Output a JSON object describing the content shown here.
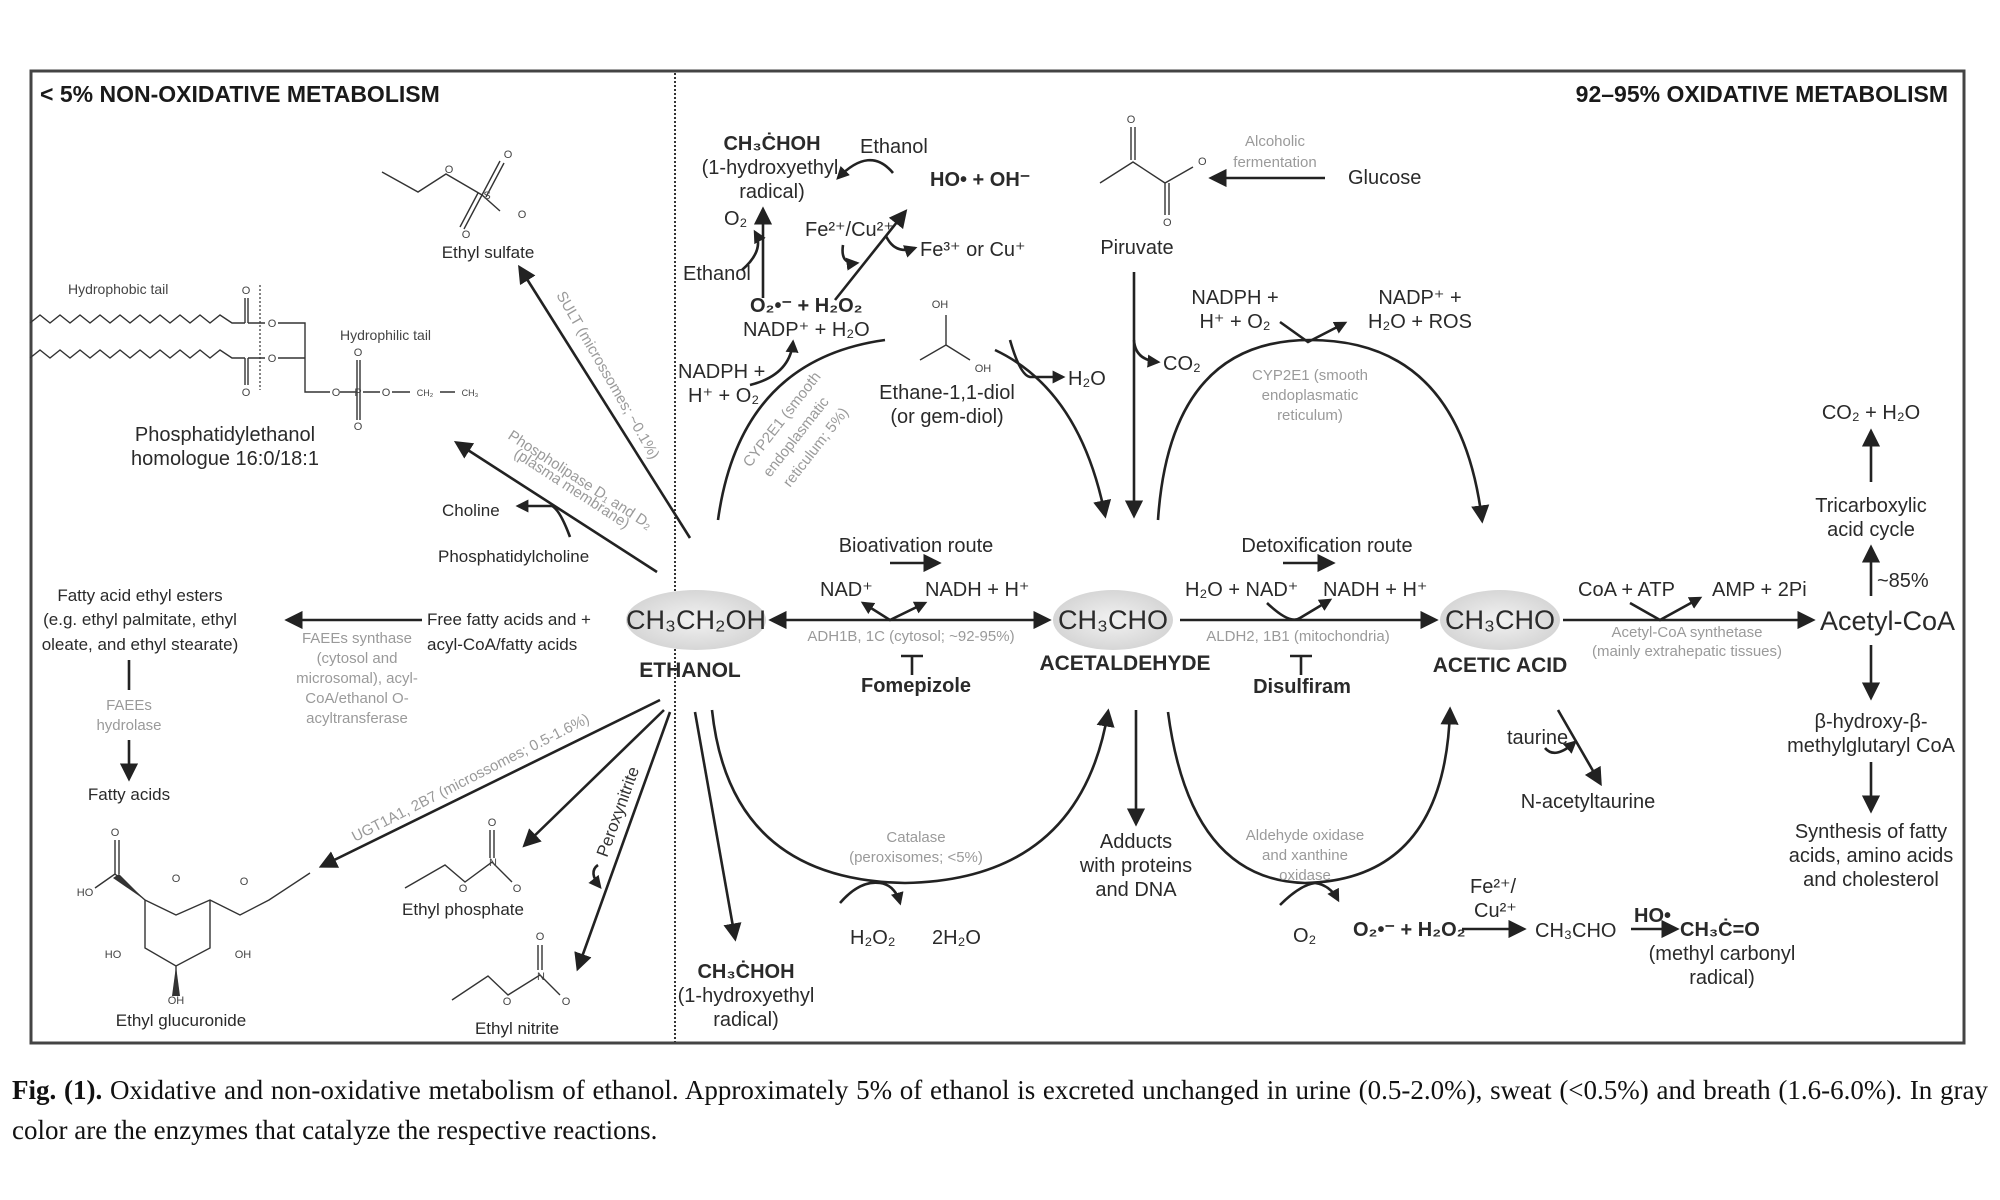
{
  "headers": {
    "non_oxidative": "< 5% NON-OXIDATIVE METABOLISM",
    "oxidative": "92–95% OXIDATIVE METABOLISM"
  },
  "main_row": {
    "ethanol_formula": "CH₃CH₂OH",
    "ethanol_label": "ETHANOL",
    "acetaldehyde_formula": "CH₃CHO",
    "acetaldehyde_label": "ACETALDEHYDE",
    "acetic_formula": "CH₃CHO",
    "acetic_label": "ACETIC ACID",
    "acetyl_coa": "Acetyl-CoA",
    "bioactivation": "Bioativation route",
    "detox": "Detoxification route",
    "adh_cofactor_in": "NAD⁺",
    "adh_cofactor_out": "NADH + H⁺",
    "adh_enzyme": "ADH1B, 1C (cytosol; ~92-95%)",
    "adh_inhibitor": "Fomepizole",
    "aldh_cofactor_in": "H₂O + NAD⁺",
    "aldh_cofactor_out": "NADH + H⁺",
    "aldh_enzyme": "ALDH2, 1B1 (mitochondria)",
    "aldh_inhibitor": "Disulfiram",
    "acs_in": "CoA + ATP",
    "acs_out": "AMP + 2Pi",
    "acs_enzyme_1": "Acetyl-CoA synthetase",
    "acs_enzyme_2": "(mainly extrahepatic tissues)"
  },
  "acetyl_fate": {
    "co2_h2o": "CO₂ + H₂O",
    "tca_1": "Tricarboxylic",
    "tca_2": "acid cycle",
    "percent": "~85%",
    "hmg_1": "β-hydroxy-β-",
    "hmg_2": "methylglutaryl CoA",
    "synth_1": "Synthesis of fatty",
    "synth_2": "acids, amino acids",
    "synth_3": "and cholesterol"
  },
  "top_oxidative": {
    "radical_formula": "CH₃ĊHOH",
    "radical_name_1": "(1-hydroxyethyl",
    "radical_name_2": "radical)",
    "ethanol_a": "Ethanol",
    "ethanol_b": "Ethanol",
    "ho_radical": "HO• + OH⁻",
    "o2": "O₂",
    "fe_cu": "Fe²⁺/Cu²⁺",
    "fe_cu_out": "Fe³⁺ or Cu⁺",
    "superoxide": "O₂•⁻ +  H₂O₂",
    "nadp_h2o": "NADP⁺ + H₂O",
    "nadph_1": "NADPH +",
    "nadph_2": "H⁺ + O₂",
    "cyp_left_1": "CYP2E1 (smooth",
    "cyp_left_2": "endoplasmatic",
    "cyp_left_3": "reticulum; 5%)",
    "diol_1": "Ethane-1,1-diol",
    "diol_2": "(or gem-diol)",
    "diol_h2o": "H₂O",
    "pyruvate": "Piruvate",
    "co2": "CO₂",
    "fermentation_1": "Alcoholic",
    "fermentation_2": "fermentation",
    "glucose": "Glucose",
    "cyp_right_in_1": "NADPH +",
    "cyp_right_in_2": "H⁺ + O₂",
    "cyp_right_out_1": "NADP⁺ +",
    "cyp_right_out_2": "H₂O + ROS",
    "cyp_right_1": "CYP2E1 (smooth",
    "cyp_right_2": "endoplasmatic",
    "cyp_right_3": "reticulum)"
  },
  "bottom_oxidative": {
    "catalase_1": "Catalase",
    "catalase_2": "(peroxisomes; <5%)",
    "h2o2": "H₂O₂",
    "two_h2o": "2H₂O",
    "radical_formula": "CH₃ĊHOH",
    "radical_name_1": "(1-hydroxyethyl",
    "radical_name_2": "radical)",
    "adducts_1": "Adducts",
    "adducts_2": "with proteins",
    "adducts_3": "and DNA",
    "ao_1": "Aldehyde oxidase",
    "ao_2": "and xanthine",
    "ao_3": "oxidase",
    "o2": "O₂",
    "superoxide": "O₂•⁻ + H₂O₂",
    "fe_1": "Fe²⁺/",
    "fe_2": "Cu²⁺",
    "acetaldehyde": "CH₃CHO",
    "ho": "HO•",
    "methyl_carbonyl": "CH₃Ċ=O",
    "mc_name_1": "(methyl carbonyl",
    "mc_name_2": "radical)",
    "taurine": "taurine",
    "n_acetyltaurine": "N-acetyltaurine"
  },
  "non_oxidative": {
    "ethyl_sulfate": "Ethyl sulfate",
    "sult": "SULT (microssomes; ~0.1%)",
    "hydrophobic": "Hydrophobic tail",
    "hydrophilic": "Hydrophilic tail",
    "peth_1": "Phosphatidylethanol",
    "peth_2": "homologue 16:0/18:1",
    "pld_1": "Phospholipase D₁ and D₂",
    "pld_2": "(plasma membrane)",
    "choline": "Choline",
    "phosphatidylcholine": "Phosphatidylcholine",
    "ffa_1": "Free fatty acids and +",
    "ffa_2": "acyl-CoA/fatty acids",
    "faee_1": "Fatty acid ethyl esters",
    "faee_2": "(e.g. ethyl palmitate, ethyl",
    "faee_3": "oleate, and ethyl stearate)",
    "faee_synth_1": "FAEEs synthase",
    "faee_synth_2": "(cytosol and",
    "faee_synth_3": "microsomal), acyl-",
    "faee_synth_4": "CoA/ethanol O-",
    "faee_synth_5": "acyltransferase",
    "hydrolase_1": "FAEEs",
    "hydrolase_2": "hydrolase",
    "fatty_acids": "Fatty acids",
    "ugt": "UGT1A1, 2B7 (microssomes; 0.5-1.6%)",
    "peroxynitrite": "Peroxynitrite",
    "ethyl_glucuronide": "Ethyl glucuronide",
    "ethyl_phosphate": "Ethyl phosphate",
    "ethyl_nitrite": "Ethyl nitrite"
  },
  "caption": {
    "fig": "Fig. (1).",
    "text": "Oxidative and non-oxidative metabolism of ethanol. Approximately 5% of ethanol is excreted unchanged in urine (0.5-2.0%), sweat (<0.5%) and breath (1.6-6.0%). In gray color are the enzymes that catalyze the respective reactions."
  }
}
